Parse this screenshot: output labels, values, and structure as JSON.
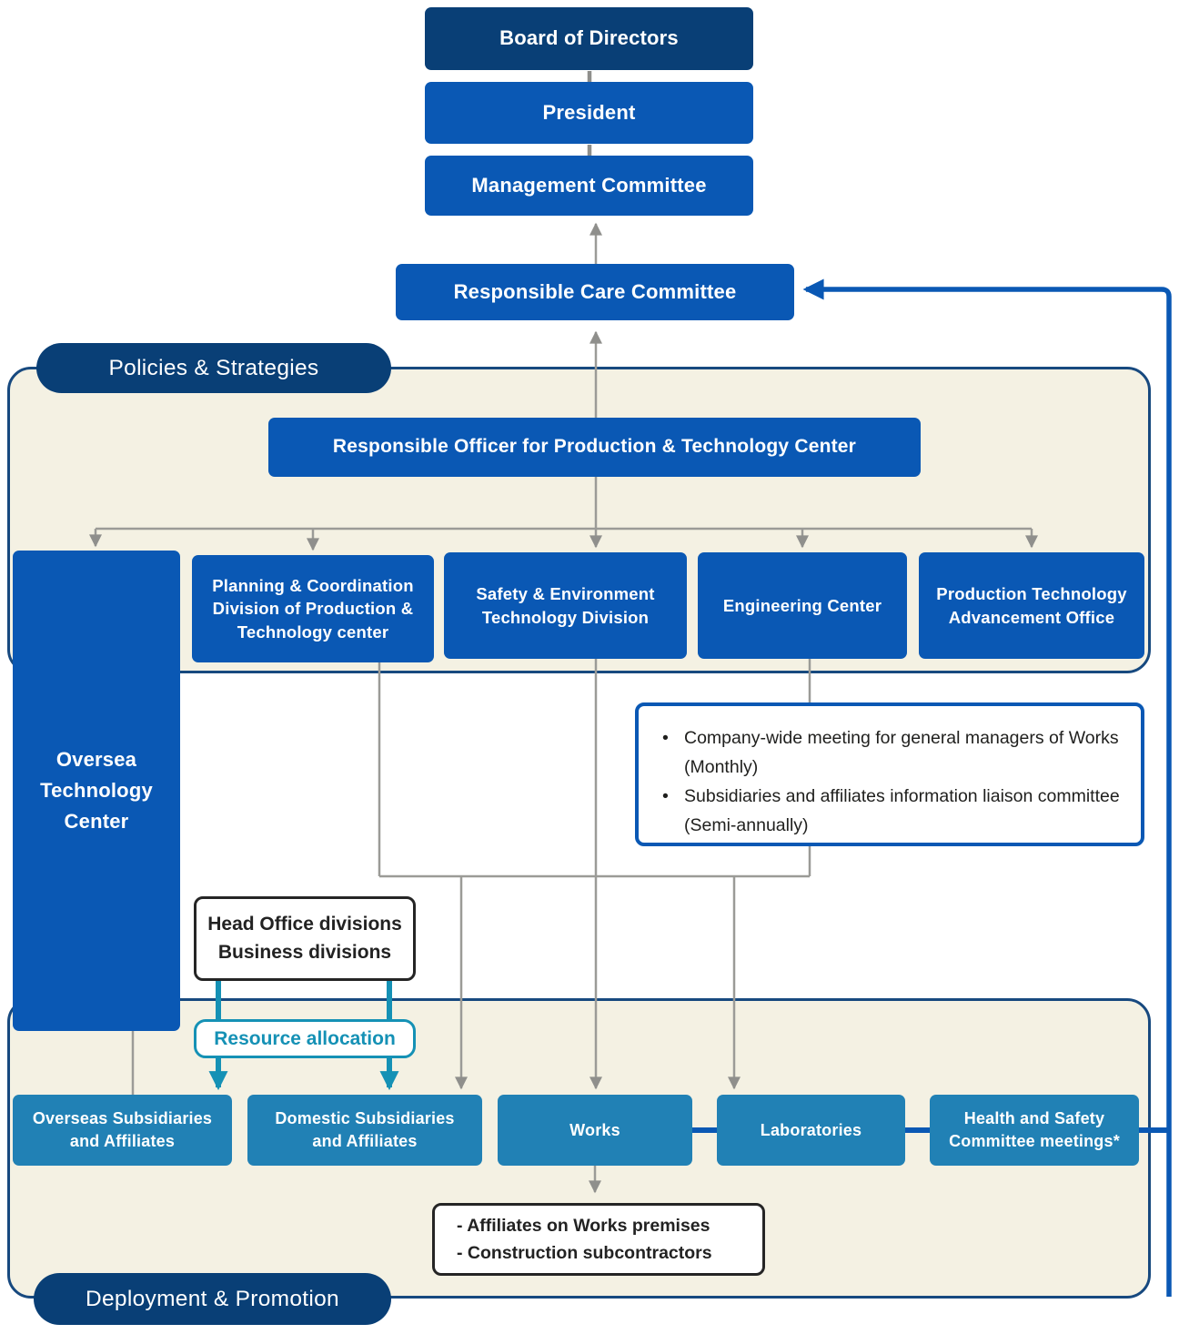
{
  "palette": {
    "navy": "#093f76",
    "main_blue": "#0a58b4",
    "steel_blue": "#2181b5",
    "teal": "#1591b5",
    "panel_beige": "#f4f1e3",
    "panel_border": "#17497f",
    "gray_line": "#9b9b97",
    "dark_text": "#222222"
  },
  "top": {
    "board": "Board of Directors",
    "president": "President",
    "management": "Management Committee",
    "rcc": "Responsible Care Committee"
  },
  "policies_panel": {
    "label": "Policies & Strategies",
    "responsible_officer": "Responsible Officer for Production & Technology Center",
    "divisions": [
      "Oversea\nTechnology\nCenter",
      "Planning & Coordination\nDivision of Production &\nTechnology center",
      "Safety & Environment\nTechnology Division",
      "Engineering Center",
      "Production Technology\nAdvancement Office"
    ]
  },
  "meetings_note": {
    "bullet": "•",
    "items": [
      "Company-wide meeting for general managers of Works (Monthly)",
      "Subsidiaries and affiliates information liaison committee (Semi-annually)"
    ]
  },
  "head_office": "Head Office divisions\nBusiness divisions",
  "resource_allocation": "Resource allocation",
  "deployment_panel": {
    "label": "Deployment & Promotion",
    "units": [
      "Overseas Subsidiaries\nand Affiliates",
      "Domestic Subsidiaries\nand Affiliates",
      "Works",
      "Laboratories",
      "Health and Safety\nCommittee meetings*"
    ],
    "works_note": "- Affiliates on Works premises\n- Construction subcontractors"
  }
}
